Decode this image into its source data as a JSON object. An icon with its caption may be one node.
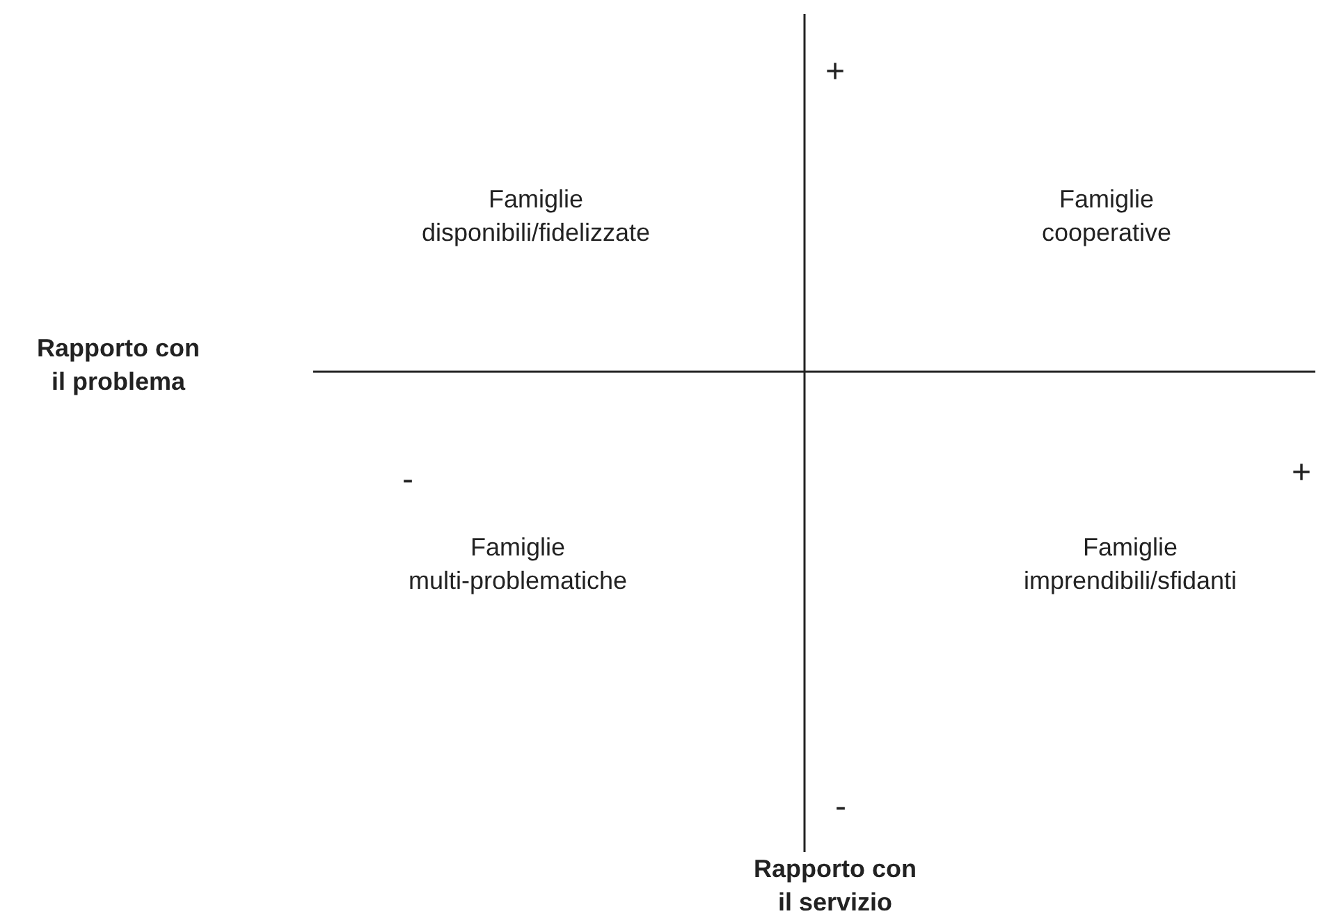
{
  "diagram": {
    "labels": [
      "+",
      "Famiglie disponibili/fidelizzate",
      "Famiglie cooperative",
      "Rapporto con il problema",
      "-",
      "+",
      "Famiglie multi-problematiche",
      "Famiglie imprendibili/sfidanti",
      "-",
      "Rapporto con il servizio"
    ]
  }
}
